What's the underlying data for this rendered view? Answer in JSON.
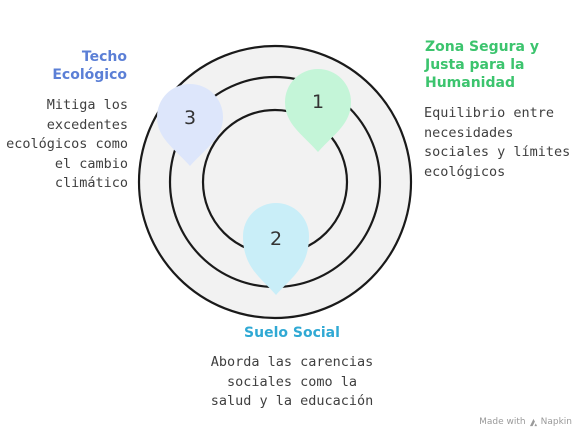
{
  "colors": {
    "ring_fill": "#f2f2f2",
    "ring_stroke": "#1a1a1a",
    "techo": "#5b7fd6",
    "zona": "#3cc46e",
    "suelo": "#30a9d4",
    "pin_1": "#c4f5d8",
    "pin_2": "#c9eef8",
    "pin_3": "#dde6fb"
  },
  "pins": [
    {
      "number": "1"
    },
    {
      "number": "2"
    },
    {
      "number": "3"
    }
  ],
  "techo": {
    "title": "Techo\nEcológico",
    "description": "Mitiga los\nexcedentes\necológicos como\nel cambio\nclimático"
  },
  "zona": {
    "title": "Zona Segura y\nJusta para la\nHumanidad",
    "description": "Equilibrio entre\nnecesidades\nsociales y límites\necológicos"
  },
  "suelo": {
    "title": "Suelo Social",
    "description": "Aborda las carencias\nsociales como la\nsalud y la educación"
  },
  "footer": {
    "made_with": "Made with",
    "brand": "Napkin"
  }
}
